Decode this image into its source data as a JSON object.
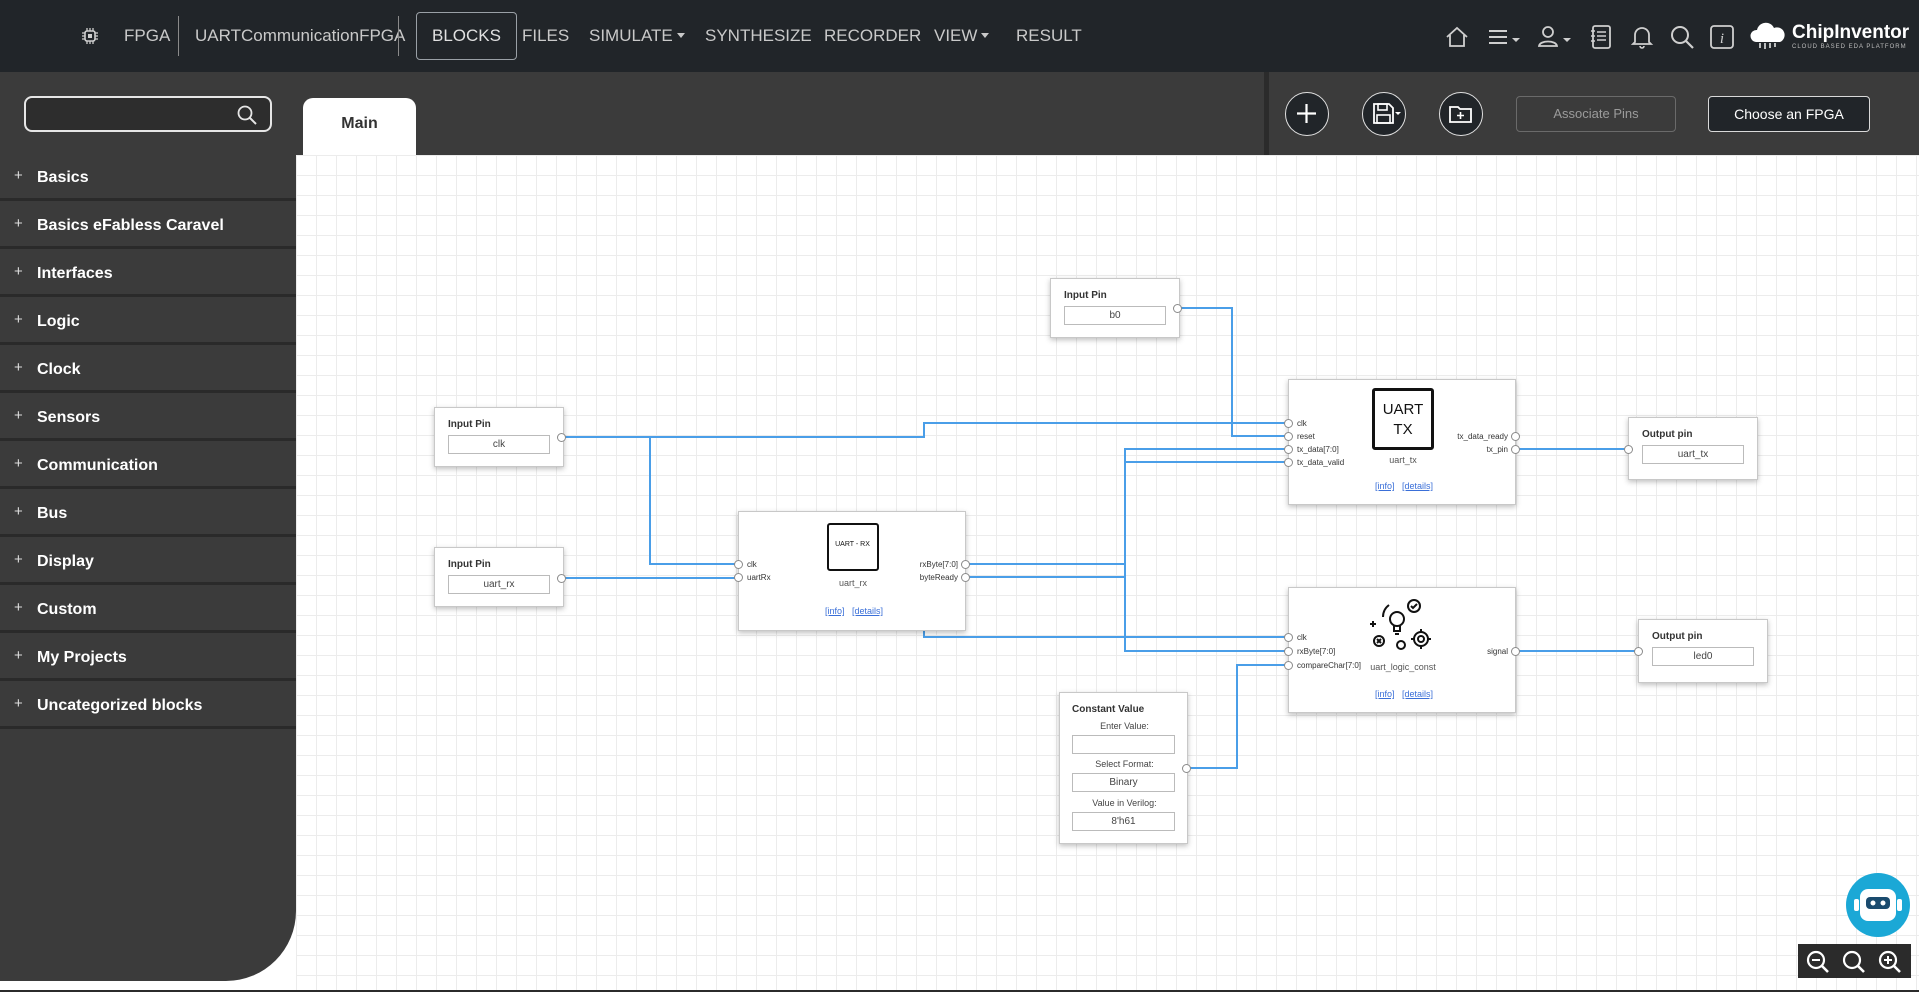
{
  "navbar": {
    "fpga_label": "FPGA",
    "project_name": "UARTCommunicationFPGA",
    "items": {
      "blocks": "BLOCKS",
      "files": "FILES",
      "simulate": "SIMULATE",
      "synthesize": "SYNTHESIZE",
      "recorder": "RECORDER",
      "view": "VIEW",
      "result": "RESULT"
    },
    "logo_name": "ChipInventor",
    "logo_tagline": "CLOUD BASED EDA PLATFORM"
  },
  "toolbar": {
    "search_placeholder": "",
    "tab_main": "Main",
    "associate_pins": "Associate Pins",
    "choose_fpga": "Choose an FPGA"
  },
  "sidebar": {
    "categories": [
      "Basics",
      "Basics eFabless Caravel",
      "Interfaces",
      "Logic",
      "Clock",
      "Sensors",
      "Communication",
      "Bus",
      "Display",
      "Custom",
      "My Projects",
      "Uncategorized blocks"
    ]
  },
  "canvas": {
    "input_clk": {
      "title": "Input Pin",
      "value": "clk"
    },
    "input_uart_rx": {
      "title": "Input Pin",
      "value": "uart_rx"
    },
    "input_b0": {
      "title": "Input Pin",
      "value": "b0"
    },
    "uart_rx": {
      "icon_text": "UART - RX",
      "name": "uart_rx",
      "ports_in": [
        "clk",
        "uartRx"
      ],
      "ports_out": [
        "rxByte[7:0]",
        "byteReady"
      ],
      "info": "[info]",
      "details": "[details]"
    },
    "uart_tx": {
      "icon_text_1": "UART",
      "icon_text_2": "TX",
      "name": "uart_tx",
      "ports_in": [
        "clk",
        "reset",
        "tx_data[7:0]",
        "tx_data_valid"
      ],
      "ports_out": [
        "tx_data_ready",
        "tx_pin"
      ],
      "info": "[info]",
      "details": "[details]"
    },
    "uart_logic": {
      "name": "uart_logic_const",
      "ports_in": [
        "clk",
        "rxByte[7:0]",
        "compareChar[7:0]"
      ],
      "ports_out": [
        "signal"
      ],
      "info": "[info]",
      "details": "[details]"
    },
    "output_uart_tx": {
      "title": "Output pin",
      "value": "uart_tx"
    },
    "output_led0": {
      "title": "Output pin",
      "value": "led0"
    },
    "constant": {
      "title": "Constant Value",
      "enter_label": "Enter Value:",
      "enter_value": "",
      "format_label": "Select Format:",
      "format_value": "Binary",
      "verilog_label": "Value in Verilog:",
      "verilog_value": "8'h61"
    }
  },
  "colors": {
    "navbar": "#212529",
    "toolbar": "#3b3b3b",
    "wire": "#4a9ee8",
    "link": "#3a6fd8",
    "robot": "#1ba8d6"
  },
  "icons": [
    "chip-icon",
    "search-icon",
    "home-icon",
    "menu-icon",
    "user-icon",
    "notebook-icon",
    "bell-icon",
    "info-icon",
    "cloud-logo-icon",
    "plus-icon",
    "save-icon",
    "new-folder-icon",
    "robot-icon",
    "zoom-out-icon",
    "zoom-reset-icon",
    "zoom-in-icon"
  ]
}
